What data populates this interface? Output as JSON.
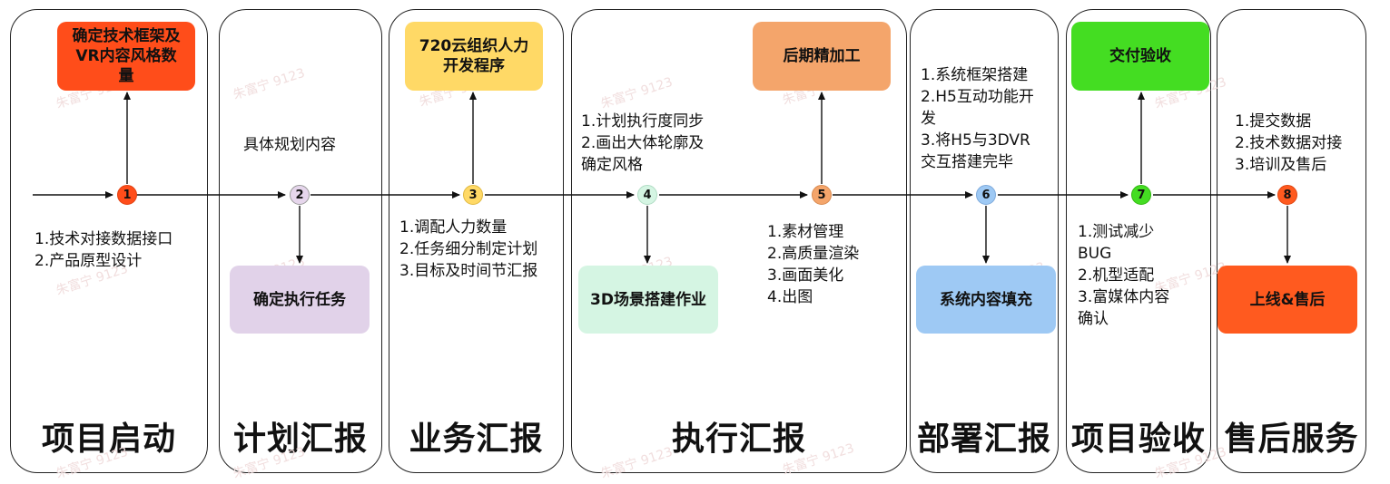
{
  "phases": [
    {
      "title": "项目启动"
    },
    {
      "title": "计划汇报"
    },
    {
      "title": "业务汇报"
    },
    {
      "title": "执行汇报"
    },
    {
      "title": "部署汇报"
    },
    {
      "title": "项目验收"
    },
    {
      "title": "售后服务"
    }
  ],
  "steps": [
    {
      "num": "1",
      "color": "#ff4d1a"
    },
    {
      "num": "2",
      "color": "#e6d6ec"
    },
    {
      "num": "3",
      "color": "#ffd966"
    },
    {
      "num": "4",
      "color": "#d5f5e3"
    },
    {
      "num": "5",
      "color": "#f4a56b"
    },
    {
      "num": "6",
      "color": "#9ec9f4"
    },
    {
      "num": "7",
      "color": "#44dd22"
    },
    {
      "num": "8",
      "color": "#ff5a1f"
    }
  ],
  "boxes": [
    {
      "text": "确定技术框架及\nVR内容风格数\n量",
      "color": "#ff4d1a"
    },
    {
      "text": "确定执行任务",
      "color": "#e1d2e9"
    },
    {
      "text": "720云组织人力\n开发程序",
      "color": "#ffd966"
    },
    {
      "text": "3D场景搭建作业",
      "color": "#d5f5e3"
    },
    {
      "text": "后期精加工",
      "color": "#f4a56b"
    },
    {
      "text": "系统内容填充",
      "color": "#9ec9f4"
    },
    {
      "text": "交付验收",
      "color": "#44dd22"
    },
    {
      "text": "上线&售后",
      "color": "#ff5a1f"
    }
  ],
  "descriptions": [
    {
      "text": "1.技术对接数据接口\n2.产品原型设计"
    },
    {
      "text": "具体规划内容"
    },
    {
      "text": "1.调配人力数量\n2.任务细分制定计划\n3.目标及时间节汇报"
    },
    {
      "text": "1.计划执行度同步\n2.画出大体轮廓及\n确定风格"
    },
    {
      "text": "1.素材管理\n2.高质量渲染\n3.画面美化\n4.出图"
    },
    {
      "text": "1.系统框架搭建\n2.H5互动功能开\n发\n3.将H5与3DVR\n交互搭建完毕"
    },
    {
      "text": "1.测试减少\nBUG\n2.机型适配\n3.富媒体内容\n确认"
    },
    {
      "text": "1.提交数据\n2.技术数据对接\n3.培训及售后"
    }
  ],
  "watermark": "朱富宁 9123",
  "colors": {
    "line": "#111111",
    "border": "#222222"
  }
}
